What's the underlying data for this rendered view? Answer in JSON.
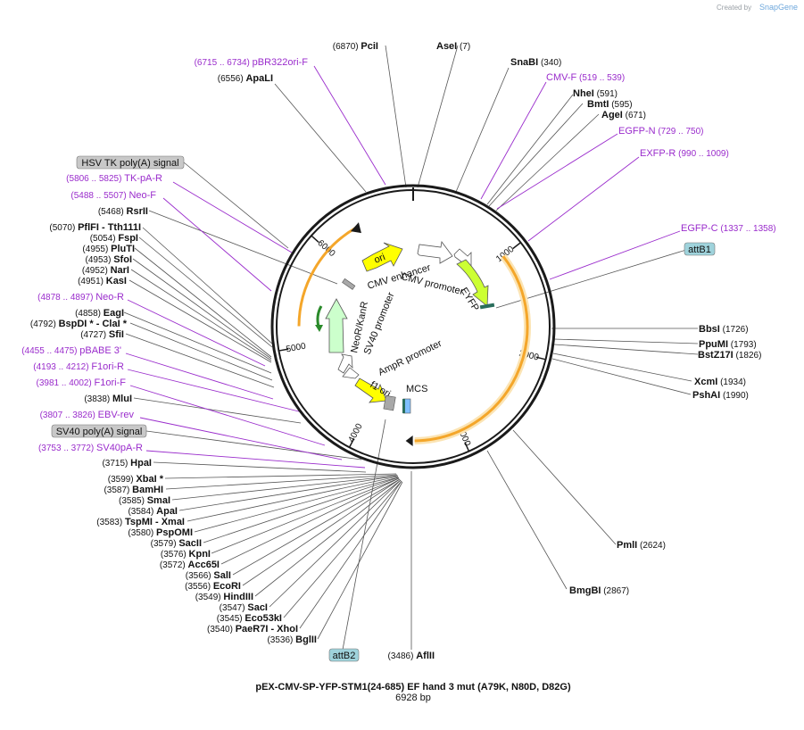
{
  "title": "pEX-CMV-SP-YFP-STM1(24-685) EF hand 3 mut (A79K, N80D, D82G)",
  "subtitle": "6928 bp",
  "credit_prefix": "Created by",
  "credit_brand": "SnapGene",
  "total_length": 6928,
  "ticks": [
    "1000",
    "2000",
    "3000",
    "4000",
    "5000",
    "6000"
  ],
  "sites": [
    {
      "name": "PciI",
      "pos": "(6870)"
    },
    {
      "name": "AseI",
      "pos": "(7)"
    },
    {
      "name": "SnaBI",
      "pos": "(340)"
    },
    {
      "name": "ApaLI",
      "pos": "(6556)"
    },
    {
      "name": "NheI",
      "pos": "(591)"
    },
    {
      "name": "BmtI",
      "pos": "(595)"
    },
    {
      "name": "AgeI",
      "pos": "(671)"
    },
    {
      "name": "RsrII",
      "pos": "(5468)"
    },
    {
      "name": "PflFI",
      "pos": "(5070)",
      "extra": "- Tth111I"
    },
    {
      "name": "FspI",
      "pos": "(5054)"
    },
    {
      "name": "PluTI",
      "pos": "(4955)"
    },
    {
      "name": "SfoI",
      "pos": "(4953)"
    },
    {
      "name": "NarI",
      "pos": "(4952)"
    },
    {
      "name": "KasI",
      "pos": "(4951)"
    },
    {
      "name": "EagI",
      "pos": "(4858)"
    },
    {
      "name": "BspDI *",
      "pos": "(4792)",
      "extra": "- ClaI *"
    },
    {
      "name": "SfiI",
      "pos": "(4727)"
    },
    {
      "name": "MluI",
      "pos": "(3838)"
    },
    {
      "name": "HpaI",
      "pos": "(3715)"
    },
    {
      "name": "XbaI *",
      "pos": "(3599)"
    },
    {
      "name": "BamHI",
      "pos": "(3587)"
    },
    {
      "name": "SmaI",
      "pos": "(3585)"
    },
    {
      "name": "ApaI",
      "pos": "(3584)"
    },
    {
      "name": "TspMI",
      "pos": "(3583)",
      "extra": "- XmaI"
    },
    {
      "name": "PspOMI",
      "pos": "(3580)"
    },
    {
      "name": "SacII",
      "pos": "(3579)"
    },
    {
      "name": "KpnI",
      "pos": "(3576)"
    },
    {
      "name": "Acc65I",
      "pos": "(3572)"
    },
    {
      "name": "SalI",
      "pos": "(3566)"
    },
    {
      "name": "EcoRI",
      "pos": "(3556)"
    },
    {
      "name": "HindIII",
      "pos": "(3549)"
    },
    {
      "name": "SacI",
      "pos": "(3547)"
    },
    {
      "name": "Eco53kI",
      "pos": "(3545)"
    },
    {
      "name": "PaeR7I",
      "pos": "(3540)",
      "extra": "- XhoI"
    },
    {
      "name": "BglII",
      "pos": "(3536)"
    },
    {
      "name": "AflII",
      "pos": "(3486)"
    },
    {
      "name": "BbsI",
      "pos": "(1726)"
    },
    {
      "name": "PpuMI",
      "pos": "(1793)"
    },
    {
      "name": "BstZ17I",
      "pos": "(1826)"
    },
    {
      "name": "XcmI",
      "pos": "(1934)"
    },
    {
      "name": "PshAI",
      "pos": "(1990)"
    },
    {
      "name": "PmlI",
      "pos": "(2624)"
    },
    {
      "name": "BmgBI",
      "pos": "(2867)"
    }
  ],
  "primers": [
    {
      "name": "pBR322ori-F",
      "range": "(6715 .. 6734)"
    },
    {
      "name": "CMV-F",
      "range": "(519 .. 539)"
    },
    {
      "name": "EGFP-N",
      "range": "(729 .. 750)"
    },
    {
      "name": "EXFP-R",
      "range": "(990 .. 1009)"
    },
    {
      "name": "EGFP-C",
      "range": "(1337 .. 1358)"
    },
    {
      "name": "TK-pA-R",
      "range": "(5806 .. 5825)"
    },
    {
      "name": "Neo-F",
      "range": "(5488 .. 5507)"
    },
    {
      "name": "Neo-R",
      "range": "(4878 .. 4897)"
    },
    {
      "name": "pBABE 3'",
      "range": "(4455 .. 4475)"
    },
    {
      "name": "F1ori-R",
      "range": "(4193 .. 4212)"
    },
    {
      "name": "F1ori-F",
      "range": "(3981 .. 4002)"
    },
    {
      "name": "EBV-rev",
      "range": "(3807 .. 3826)"
    },
    {
      "name": "SV40pA-R",
      "range": "(3753 .. 3772)"
    }
  ],
  "boxed_features": [
    {
      "name": "HSV TK poly(A) signal",
      "color": "#c8c8c8"
    },
    {
      "name": "SV40 poly(A) signal",
      "color": "#c8c8c8"
    },
    {
      "name": "attB1",
      "color": "#9fd3dc"
    },
    {
      "name": "attB2",
      "color": "#9fd3dc"
    }
  ],
  "inner_features": [
    {
      "name": "ori",
      "color": "#ffff00"
    },
    {
      "name": "CMV enhancer",
      "color": "#ffffff"
    },
    {
      "name": "CMV promoter",
      "color": "#ffffff"
    },
    {
      "name": "EYFP",
      "color": "#ccff33"
    },
    {
      "name": "NeoR/KanR",
      "color": "#ccffcc"
    },
    {
      "name": "SV40 promoter",
      "color": "#ffffff"
    },
    {
      "name": "AmpR promoter",
      "color": "#ffffff"
    },
    {
      "name": "f1 ori",
      "color": "#ffff00"
    },
    {
      "name": "MCS",
      "color": "#7fbfff"
    }
  ],
  "colors": {
    "primer": "#9a2ccc",
    "orf": "#f4a62a",
    "backbone": "#1a1a1a"
  }
}
